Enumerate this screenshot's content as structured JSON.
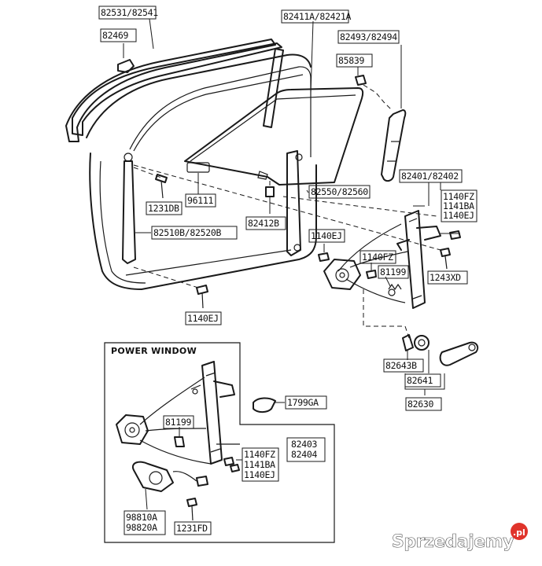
{
  "labels": {
    "l82531": "82531/82541",
    "l82469": "82469",
    "l82411": "82411A/82421A",
    "l82493": "82493/82494",
    "l85839": "85839",
    "l96111": "96111",
    "l1231d": "1231DB",
    "l82510": "82510B/82520B",
    "l1140ej_a": "1140EJ",
    "l82412": "82412B",
    "l82550": "82550/82560",
    "l1140ej_b": "1140EJ",
    "l82401": "82401/82402",
    "l1140fz_a": "1140FZ",
    "l1141ba_a": "1141BA",
    "l1140ej_c": "1140EJ",
    "l1140fz_b": "1140FZ",
    "l81199_a": "81199",
    "l1243xd": "1243XD",
    "l82643b": "82643B",
    "l82641": "82641",
    "l82630": "82630",
    "l1799ga": "1799GA",
    "l81199_b": "81199",
    "l82403": "82403",
    "l82404": "82404",
    "l1140fz_c": "1140FZ",
    "l1141ba_c": "1141BA",
    "l1140ej_d": "1140EJ",
    "l98810a": "98810A",
    "l98820a": "98820A",
    "l1231fd": "1231FD"
  },
  "inset_title": "POWER WINDOW",
  "watermark": {
    "text": "Sprzedajemy",
    "suffix": ".pl"
  },
  "colors": {
    "line": "#1a1a1a",
    "watermark_accent": "#e0342b"
  }
}
